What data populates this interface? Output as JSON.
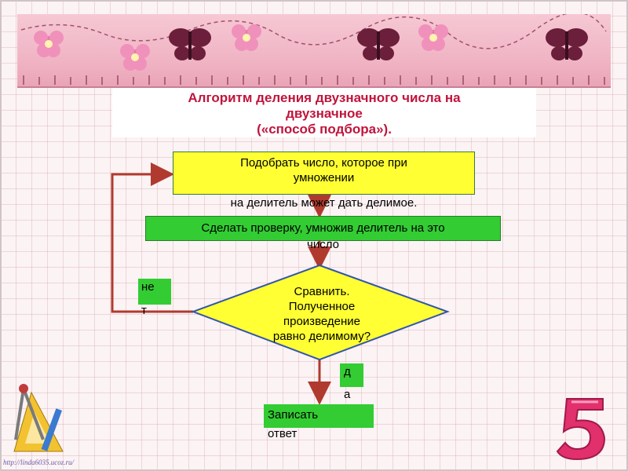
{
  "title": {
    "line1": "Алгоритм деления двузначного числа на",
    "line2": "двузначное",
    "line3": "(«способ подбора»)."
  },
  "steps": {
    "select": {
      "line1": "Подобрать число, которое при",
      "line2": "умножении",
      "tail": "на делитель может дать делимое."
    },
    "check": {
      "line1": "Сделать проверку, умножив делитель на это",
      "tail": "число"
    },
    "compare": {
      "line1": "Сравнить.",
      "line2": "Полученное",
      "line3": "произведение",
      "line4": "равно делимому?"
    },
    "no": {
      "line1": "не",
      "tail": "т"
    },
    "yes": {
      "line1": "д",
      "tail": "а"
    },
    "final": {
      "line1": "Записать",
      "tail": "ответ"
    }
  },
  "footer": {
    "link": "http://linda6035.ucoz.ru/"
  },
  "colors": {
    "title_red": "#c0143c",
    "yellow": "#ffff33",
    "green": "#33cc33",
    "arrow": "#b03a2e"
  }
}
